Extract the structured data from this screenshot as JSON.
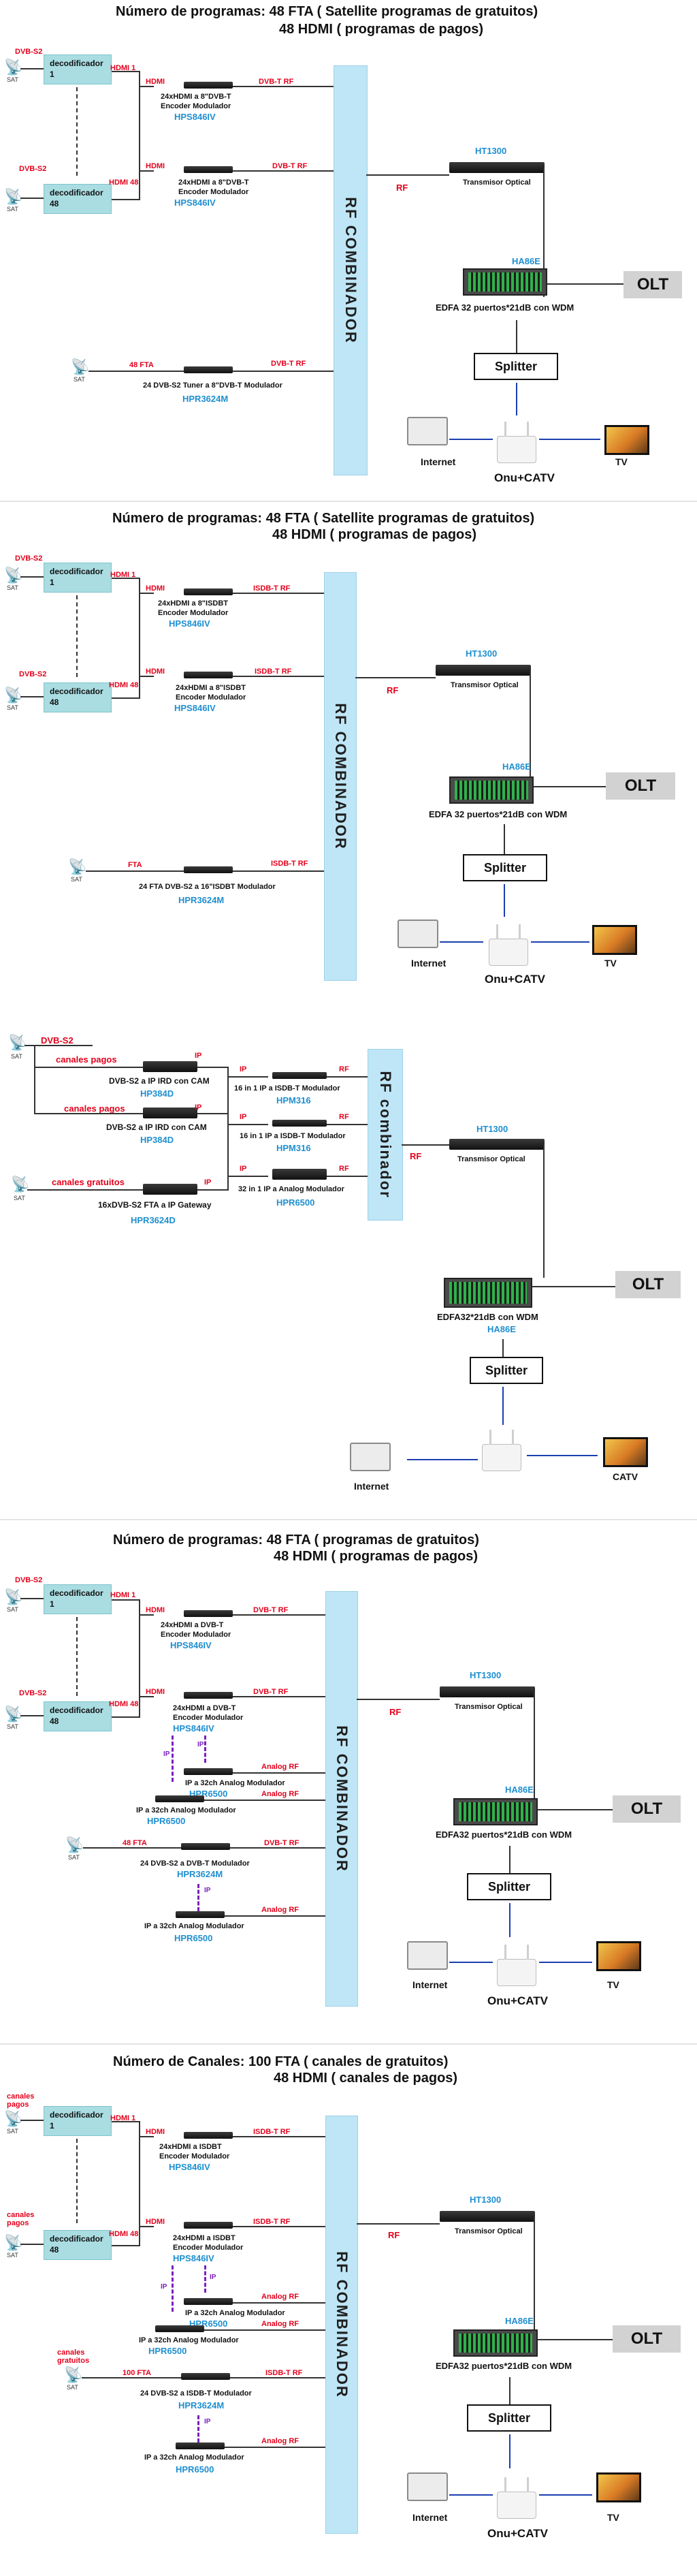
{
  "colors": {
    "rf_box": "#bfe6f6",
    "decoder_box": "#a9dde2",
    "model_blue": "#1e8fd0",
    "red_label": "#e3001b",
    "purple": "#7a1fbf",
    "arrow_blue": "#1b3fb0",
    "olt_gray": "#d2d2d2"
  },
  "icons": {
    "dish": "satellite-dish-icon"
  },
  "s1": {
    "title1": "Número de programas:   48  FTA  ( Satellite programas de gratuitos)",
    "title2": "48  HDMI ( programas de pagos)",
    "dvb1": "DVB-S2",
    "dvb2": "DVB-S2",
    "sat": "SAT",
    "dec1_a": "decodificador",
    "dec1_b": "1",
    "dec2_a": "decodificador",
    "dec2_b": "48",
    "hdmi1": "HDMI 1",
    "hdmi48": "HDMI 48",
    "hdmi_a": "HDMI",
    "hdmi_b": "HDMI",
    "enc1_a": "24xHDMI a 8\"DVB-T",
    "enc1_b": "Encoder Modulador",
    "enc1_model": "HPS846IV",
    "enc2_a": "24xHDMI a 8\"DVB-T",
    "enc2_b": "Encoder Modulador",
    "enc2_model": "HPS846IV",
    "rf1": "DVB-T RF",
    "rf2": "DVB-T RF",
    "fta": "48 FTA",
    "rf3": "DVB-T RF",
    "tuner": "24 DVB-S2 Tuner a 8\"DVB-T Modulador",
    "tuner_model": "HPR3624M",
    "combiner": "RF COMBINADOR",
    "rf": "RF",
    "ht": "HT1300",
    "tx": "Transmisor Optical",
    "ha": "HA86E",
    "edfa": "EDFA 32 puertos*21dB con WDM",
    "olt": "OLT",
    "splitter": "Splitter",
    "internet": "Internet",
    "onu": "Onu+CATV",
    "tv": "TV"
  },
  "s2": {
    "title1": "Número de programas:   48  FTA  ( Satellite programas de gratuitos)",
    "title2": "48  HDMI ( programas de pagos)",
    "dvb1": "DVB-S2",
    "dvb2": "DVB-S2",
    "sat": "SAT",
    "dec1_a": "decodificador",
    "dec1_b": "1",
    "dec2_a": "decodificador",
    "dec2_b": "48",
    "hdmi1": "HDMI 1",
    "hdmi48": "HDMI 48",
    "hdmi_a": "HDMI",
    "hdmi_b": "HDMI",
    "enc1_a": "24xHDMI a 8\"ISDBT",
    "enc1_b": "Encoder Modulador",
    "enc1_model": "HPS846IV",
    "enc2_a": "24xHDMI a 8\"ISDBT",
    "enc2_b": "Encoder Modulador",
    "enc2_model": "HPS846IV",
    "rf1": "ISDB-T RF",
    "rf2": "ISDB-T RF",
    "fta": "FTA",
    "rf3": "ISDB-T RF",
    "tuner": "24 FTA DVB-S2 a 16\"ISDBT Modulador",
    "tuner_model": "HPR3624M",
    "combiner": "RF COMBINADOR",
    "rf": "RF",
    "ht": "HT1300",
    "tx": "Transmisor Optical",
    "ha": "HA86E",
    "edfa": "EDFA 32 puertos*21dB con WDM",
    "olt": "OLT",
    "splitter": "Splitter",
    "internet": "Internet",
    "onu": "Onu+CATV",
    "tv": "TV"
  },
  "s3": {
    "dvb": "DVB-S2",
    "sat1": "SAT",
    "sat2": "SAT",
    "pagos1": "canales pagos",
    "pagos2": "canales pagos",
    "gratis": "canales gratuitos",
    "ip1": "IP",
    "ip2": "IP",
    "ip3": "IP",
    "ip4": "IP",
    "ip5": "IP",
    "ip6": "IP",
    "ird1": "DVB-S2 a IP IRD con CAM",
    "ird1_model": "HP384D",
    "ird2": "DVB-S2 a IP IRD con CAM",
    "ird2_model": "HP384D",
    "gw": "16xDVB-S2 FTA a IP Gateway",
    "gw_model": "HPR3624D",
    "m1": "16 in 1 IP a ISDB-T Modulador",
    "m1_model": "HPM316",
    "m2": "16 in 1 IP a ISDB-T Modulador",
    "m2_model": "HPM316",
    "m3": "32 in 1 IP a Analog Modulador",
    "m3_model": "HPR6500",
    "rf1": "RF",
    "rf2": "RF",
    "rf3": "RF",
    "rf": "RF",
    "combiner": "RF combinador",
    "ht": "HT1300",
    "tx": "Transmisor Optical",
    "edfa": "EDFA32*21dB con WDM",
    "ha": "HA86E",
    "olt": "OLT",
    "splitter": "Splitter",
    "internet": "Internet",
    "catv": "CATV"
  },
  "s4": {
    "title1": "Número de programas:   48  FTA  ( programas de gratuitos)",
    "title2": "48  HDMI ( programas de pagos)",
    "dvb1": "DVB-S2",
    "dvb2": "DVB-S2",
    "sat": "SAT",
    "dec1_a": "decodificador",
    "dec1_b": "1",
    "dec2_a": "decodificador",
    "dec2_b": "48",
    "hdmi1": "HDMI 1",
    "hdmi48": "HDMI 48",
    "hdmi_a": "HDMI",
    "hdmi_b": "HDMI",
    "enc1_a": "24xHDMI a DVB-T",
    "enc1_b": "Encoder Modulador",
    "enc1_model": "HPS846IV",
    "enc2_a": "24xHDMI a DVB-T",
    "enc2_b": "Encoder Modulador",
    "enc2_model": "HPS846IV",
    "rf1": "DVB-T RF",
    "rf2": "DVB-T RF",
    "ip1": "IP",
    "ip2": "IP",
    "ip3": "IP",
    "an1": "Analog RF",
    "an1_lbl": "IP a 32ch Analog Modulador",
    "an1_model": "HPR6500",
    "an2": "Analog RF",
    "an2_lbl": "IP a 32ch Analog Modulador",
    "an2_model": "HPR6500",
    "fta": "48 FTA",
    "rf3": "DVB-T RF",
    "tuner": "24 DVB-S2 a DVB-T Modulador",
    "tuner_model": "HPR3624M",
    "an3": "Analog RF",
    "an3_lbl": "IP a 32ch Analog Modulador",
    "an3_model": "HPR6500",
    "combiner": "RF COMBINADOR",
    "rf": "RF",
    "ht": "HT1300",
    "tx": "Transmisor Optical",
    "ha": "HA86E",
    "edfa": "EDFA32 puertos*21dB con WDM",
    "olt": "OLT",
    "splitter": "Splitter",
    "internet": "Internet",
    "onu": "Onu+CATV",
    "tv": "TV"
  },
  "s5": {
    "title1": "Número de Canales:   100  FTA  ( canales de gratuitos)",
    "title2": "48  HDMI ( canales de pagos)",
    "pagos1": "canales pagos",
    "pagos2": "canales pagos",
    "gratis": "canales gratuitos",
    "sat": "SAT",
    "dec1_a": "decodificador",
    "dec1_b": "1",
    "dec2_a": "decodificador",
    "dec2_b": "48",
    "hdmi1": "HDMI 1",
    "hdmi48": "HDMI 48",
    "hdmi_a": "HDMI",
    "hdmi_b": "HDMI",
    "enc1_a": "24xHDMI a ISDBT",
    "enc1_b": "Encoder Modulador",
    "enc1_model": "HPS846IV",
    "enc2_a": "24xHDMI a ISDBT",
    "enc2_b": "Encoder Modulador",
    "enc2_model": "HPS846IV",
    "rf1": "ISDB-T RF",
    "rf2": "ISDB-T RF",
    "ip1": "IP",
    "ip2": "IP",
    "ip3": "IP",
    "an1": "Analog RF",
    "an1_lbl": "IP a 32ch Analog Modulador",
    "an1_model": "HPR6500",
    "an2": "Analog RF",
    "an2_lbl": "IP a 32ch Analog Modulador",
    "an2_model": "HPR6500",
    "fta": "100 FTA",
    "rf3": "ISDB-T RF",
    "tuner": "24 DVB-S2 a ISDB-T Modulador",
    "tuner_model": "HPR3624M",
    "an3": "Analog RF",
    "an3_lbl": "IP a 32ch Analog Modulador",
    "an3_model": "HPR6500",
    "combiner": "RF COMBINADOR",
    "rf": "RF",
    "ht": "HT1300",
    "tx": "Transmisor Optical",
    "ha": "HA86E",
    "edfa": "EDFA32 puertos*21dB con WDM",
    "olt": "OLT",
    "splitter": "Splitter",
    "internet": "Internet",
    "onu": "Onu+CATV",
    "tv": "TV"
  }
}
